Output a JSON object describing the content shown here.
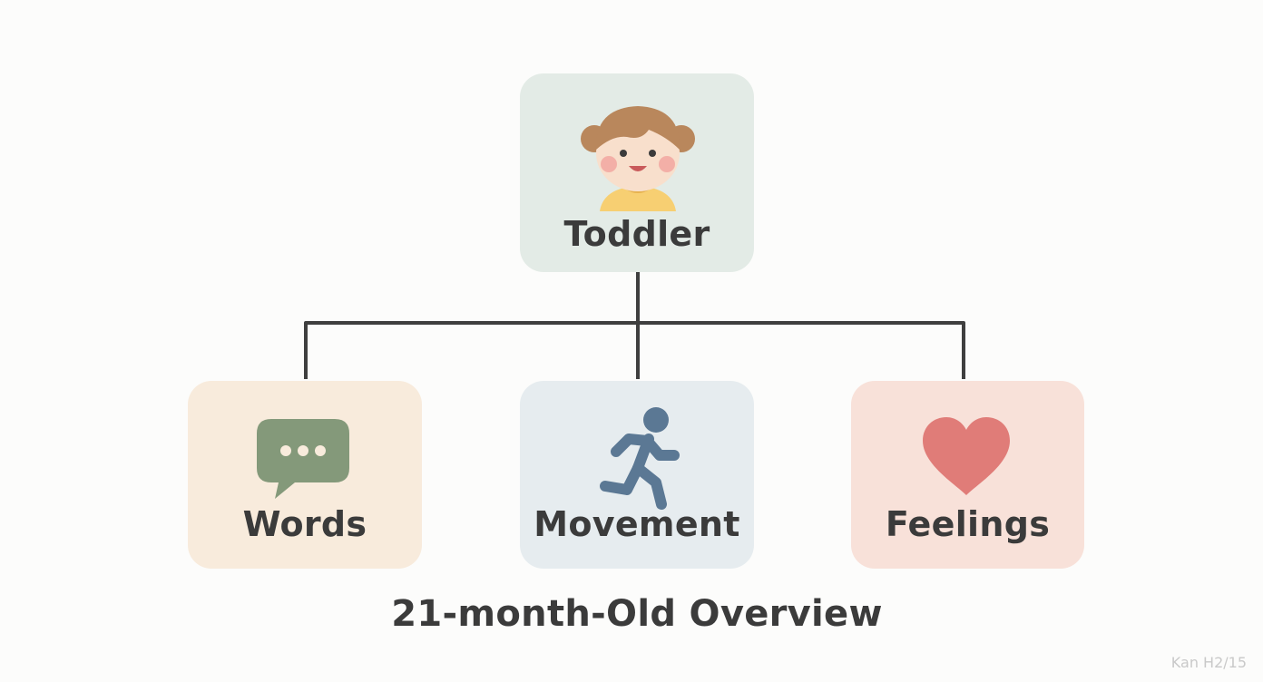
{
  "diagram": {
    "root": {
      "label": "Toddler",
      "icon": "toddler-face-icon",
      "fill": "#e3ebe6"
    },
    "children": [
      {
        "label": "Words",
        "icon": "speech-bubble-icon",
        "fill": "#f8ebdc",
        "icon_color": "#84997a"
      },
      {
        "label": "Movement",
        "icon": "running-person-icon",
        "fill": "#e6ecef",
        "icon_color": "#5b7894"
      },
      {
        "label": "Feelings",
        "icon": "heart-icon",
        "fill": "#f8e1d9",
        "icon_color": "#e07c78"
      }
    ],
    "connector_color": "#3f3f3f",
    "caption": "21-month-Old Overview"
  },
  "watermark": "Kan H2/15"
}
